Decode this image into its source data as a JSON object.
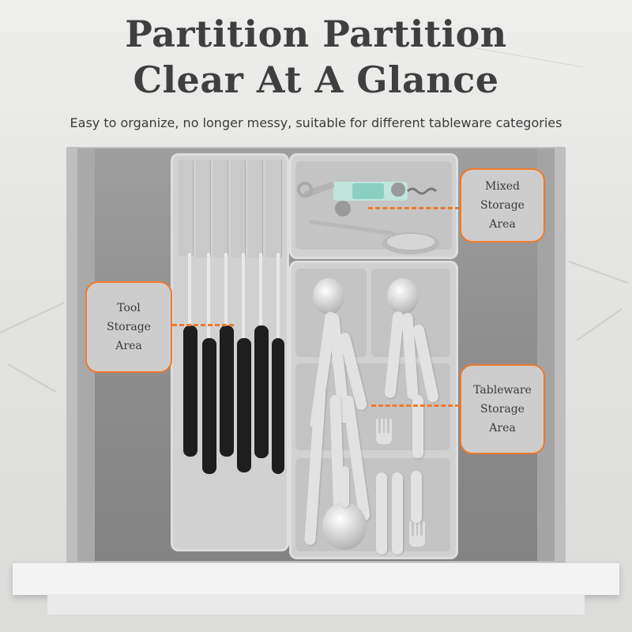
{
  "header": {
    "title_line1": "Partition Partition",
    "title_line2": "Clear At A Glance",
    "subtitle": "Easy to organize, no longer messy, suitable for different tableware categories"
  },
  "callouts": {
    "mixed": {
      "line1": "Mixed",
      "line2": "Storage",
      "line3": "Area"
    },
    "tool": {
      "line1": "Tool",
      "line2": "Storage",
      "line3": "Area"
    },
    "tableware": {
      "line1": "Tableware",
      "line2": "Storage",
      "line3": "Area"
    }
  },
  "colors": {
    "accent": "#f07a2a",
    "title": "#3f3f3f",
    "tray": "#d1d1d1",
    "knife_handle": "#1e1e1e"
  },
  "icons": [
    "knife-icon",
    "spoon-icon",
    "fork-icon",
    "corkscrew-icon",
    "strainer-icon"
  ]
}
